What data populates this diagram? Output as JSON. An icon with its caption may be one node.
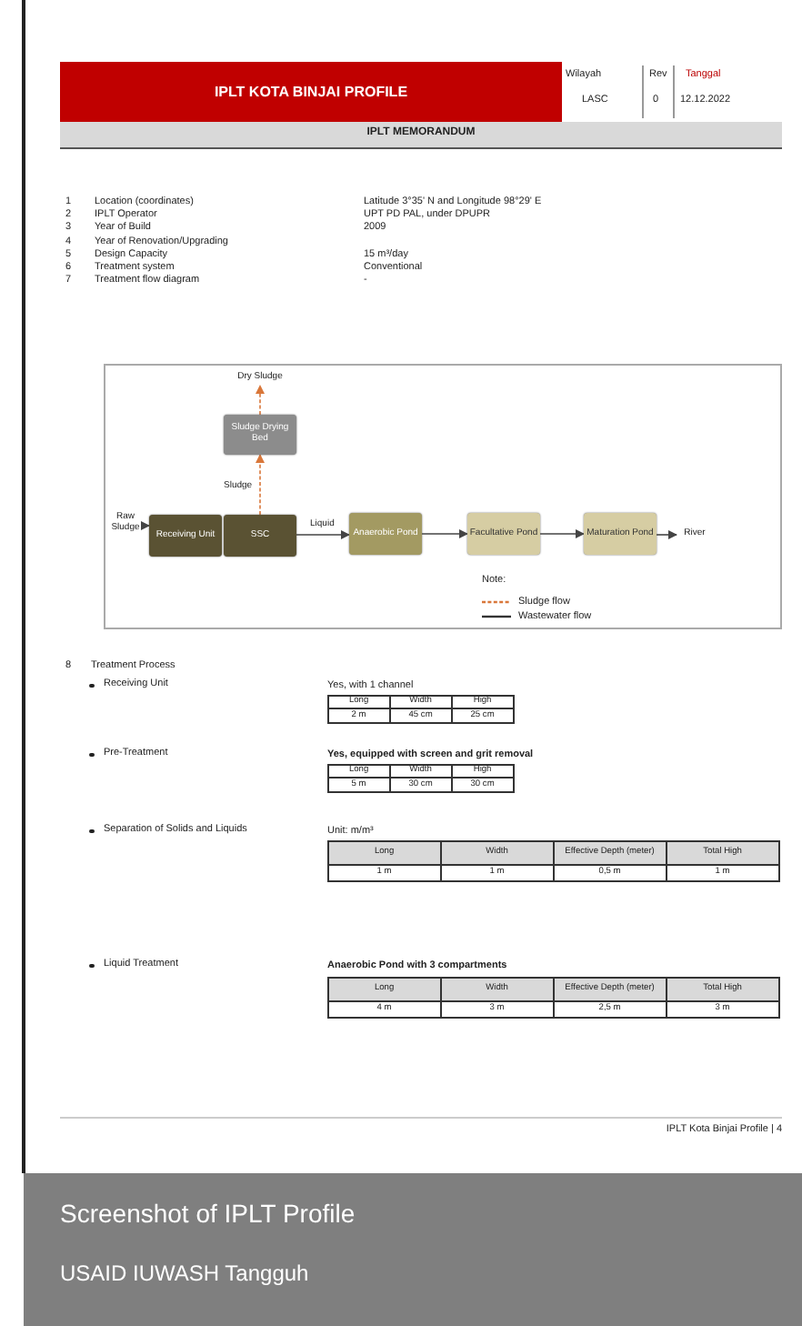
{
  "diagram": {
    "title": "IPLT KOTA BINJAI PROFILE",
    "caption": "Screenshot of IPLT Profile",
    "nodes": [
      {
        "text": [
          "Dry Sludge"
        ]
      },
      {
        "text": [
          "Sludge Drying Bed"
        ]
      },
      {
        "text": [
          "Raw Sludge"
        ]
      },
      {
        "text": [
          "Receiving Unit"
        ]
      },
      {
        "text": [
          "SSC"
        ]
      },
      {
        "text": [
          "Anaerobic Pond"
        ]
      },
      {
        "text": [
          "Facultative Pond"
        ]
      },
      {
        "text": [
          "Maturation Pond"
        ]
      },
      {
        "text": [
          "River"
        ]
      }
    ],
    "edges": [
      {
        "from": 2,
        "to": 3,
        "arrow": "to"
      },
      {
        "from": 4,
        "to": 1,
        "arrow": "to",
        "label": "Sludge",
        "style": "dashed",
        "color": "#d9773a"
      },
      {
        "from": 1,
        "to": 0,
        "arrow": "to",
        "style": "dashed",
        "color": "#d9773a"
      },
      {
        "from": 4,
        "to": 5,
        "arrow": "to",
        "label": "Liquid"
      },
      {
        "from": 5,
        "to": 6,
        "arrow": "to"
      },
      {
        "from": 6,
        "to": 7,
        "arrow": "to"
      },
      {
        "from": 7,
        "to": 8,
        "arrow": "to"
      }
    ],
    "labels": [
      "Wilayah",
      "Rev",
      "Tanggal",
      "LASC",
      "0",
      "12.12.2022",
      "IPLT MEMORANDUM",
      "1",
      "Location (coordinates)",
      "Latitude 3°35' N and Longitude 98°29' E",
      "2",
      "IPLT Operator",
      "UPT PD PAL, under DPUPR",
      "3",
      "Year of Build",
      "2009",
      "4",
      "Year of Renovation/Upgrading",
      "5",
      "Design Capacity",
      "15 m³/day",
      "6",
      "Treatment system",
      "Conventional",
      "7",
      "Treatment flow diagram",
      "-",
      "Note:",
      "8",
      "Treatment Process",
      "Receiving Unit",
      "Yes, with 1 channel",
      "Long",
      "Width",
      "High",
      "2 m",
      "45 cm",
      "25 cm",
      "Pre-Treatment",
      "Yes, equipped with screen and grit removal",
      "Long",
      "Width",
      "High",
      "5 m",
      "30 cm",
      "30 cm",
      "Separation of Solids and Liquids",
      "Unit: m/m³",
      "Long",
      "Width",
      "Effective Depth (meter)",
      "Total High",
      "1 m",
      "1 m",
      "0,5 m",
      "1 m",
      "Liquid Treatment",
      "Anaerobic Pond with 3 compartments",
      "Long",
      "Width",
      "Effective Depth (meter)",
      "Total High",
      "4 m",
      "3 m",
      "2,5 m",
      "3 m",
      "IPLT Kota Binjai Profile | 4",
      "USAID IUWASH Tangguh"
    ],
    "legend": [
      {
        "text": "Sludge flow"
      },
      {
        "text": "Wastewater flow"
      }
    ]
  }
}
